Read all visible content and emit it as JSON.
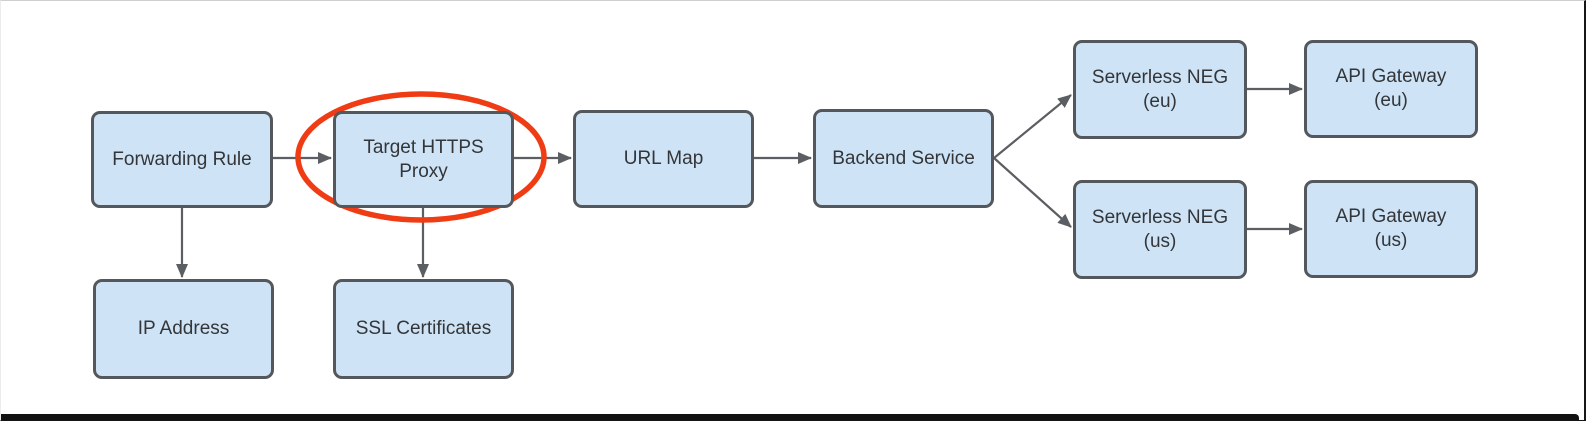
{
  "diagram": {
    "nodes": {
      "forwarding_rule": {
        "label": "Forwarding Rule"
      },
      "target_https_proxy": {
        "label": "Target HTTPS\nProxy"
      },
      "url_map": {
        "label": "URL Map"
      },
      "backend_service": {
        "label": "Backend Service"
      },
      "serverless_neg_eu": {
        "label": "Serverless NEG\n(eu)"
      },
      "api_gateway_eu": {
        "label": "API Gateway\n(eu)"
      },
      "serverless_neg_us": {
        "label": "Serverless NEG\n(us)"
      },
      "api_gateway_us": {
        "label": "API Gateway\n(us)"
      },
      "ip_address": {
        "label": "IP Address"
      },
      "ssl_certificates": {
        "label": "SSL Certificates"
      }
    },
    "edges": [
      {
        "from": "Forwarding Rule",
        "to": "Target HTTPS Proxy"
      },
      {
        "from": "Forwarding Rule",
        "to": "IP Address"
      },
      {
        "from": "Target HTTPS Proxy",
        "to": "URL Map"
      },
      {
        "from": "Target HTTPS Proxy",
        "to": "SSL Certificates"
      },
      {
        "from": "URL Map",
        "to": "Backend Service"
      },
      {
        "from": "Backend Service",
        "to": "Serverless NEG (eu)"
      },
      {
        "from": "Backend Service",
        "to": "Serverless NEG (us)"
      },
      {
        "from": "Serverless NEG (eu)",
        "to": "API Gateway (eu)"
      },
      {
        "from": "Serverless NEG (us)",
        "to": "API Gateway (us)"
      }
    ],
    "annotation": {
      "type": "ellipse-highlight",
      "around": "Target HTTPS Proxy",
      "color": "#f03c14"
    },
    "colors": {
      "node_fill": "#cee4f6",
      "node_border": "#54575b",
      "node_text": "#333538",
      "arrow": "#5b5e62",
      "highlight": "#f03c14",
      "bottom_bar": "#111111",
      "canvas_bg": "#ffffff"
    }
  }
}
